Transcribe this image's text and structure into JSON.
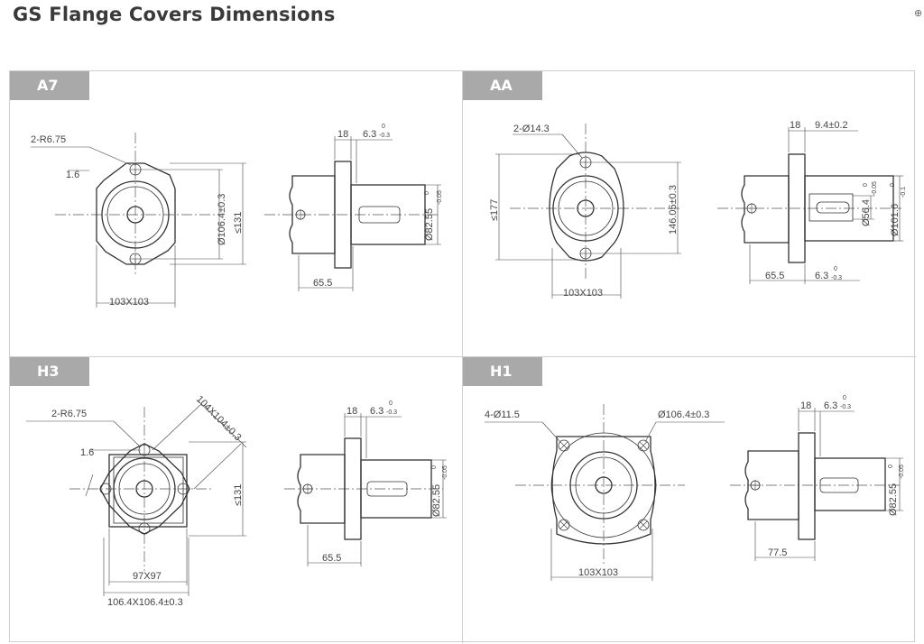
{
  "page": {
    "title": "GS Flange Covers Dimensions",
    "corner_icon": "zoom-in-icon"
  },
  "panels": {
    "a7": {
      "label": "A7",
      "front": {
        "radius_note": "2-R6.75",
        "offset": "1.6",
        "bolt_circle": "Ø106.4±0.3",
        "max_height": "≤131",
        "square": "103X103"
      },
      "side": {
        "flange_thickness": "18",
        "shaft_offset": "6.3",
        "tol_upper": "0",
        "tol_lower": "-0.3",
        "pilot": "Ø82.55",
        "pilot_upper": "0",
        "pilot_lower": "-0.05",
        "length": "65.5"
      }
    },
    "aa": {
      "label": "AA",
      "front": {
        "hole_note": "2-Ø14.3",
        "max_height": "≤177",
        "bolt_circle": "146.05±0.3",
        "square": "103X103"
      },
      "side": {
        "flange_thickness": "18",
        "shaft_offset": "9.4±0.2",
        "pilot_small": "Ø56.4",
        "pilot_small_upper": "0",
        "pilot_small_lower": "-0.05",
        "pilot": "Ø101.6",
        "pilot_upper": "0",
        "pilot_lower": "-0.1",
        "length": "65.5",
        "offset2": "6.3",
        "offset2_upper": "0",
        "offset2_lower": "-0.3"
      }
    },
    "h3": {
      "label": "H3",
      "front": {
        "radius_note": "2-R6.75",
        "offset": "1.6",
        "diag_square": "104X104±0.3",
        "max_height": "≤131",
        "square": "97X97",
        "bolt_square": "106.4X106.4±0.3"
      },
      "side": {
        "flange_thickness": "18",
        "shaft_offset": "6.3",
        "tol_upper": "0",
        "tol_lower": "-0.3",
        "pilot": "Ø82.55",
        "pilot_upper": "0",
        "pilot_lower": "-0.05",
        "length": "65.5"
      }
    },
    "h1": {
      "label": "H1",
      "front": {
        "hole_note": "4-Ø11.5",
        "bolt_circle": "Ø106.4±0.3",
        "square": "103X103"
      },
      "side": {
        "flange_thickness": "18",
        "shaft_offset": "6.3",
        "tol_upper": "0",
        "tol_lower": "-0.3",
        "pilot": "Ø82.55",
        "pilot_upper": "0",
        "pilot_lower": "-0.05",
        "length": "77.5"
      }
    }
  }
}
